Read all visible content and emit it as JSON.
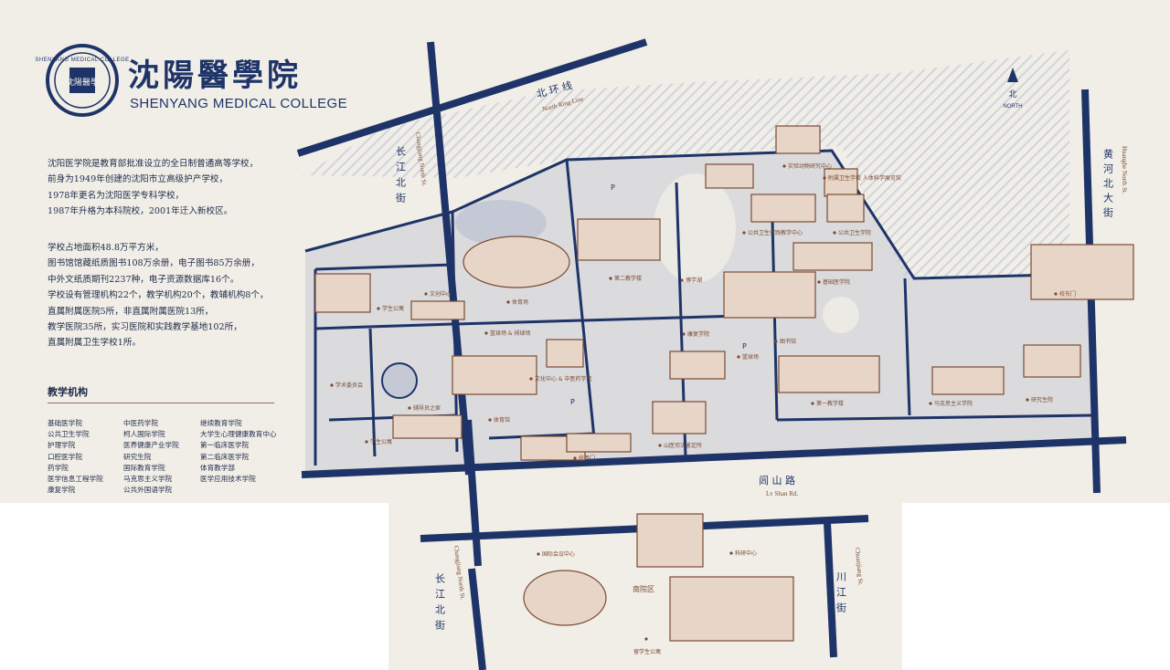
{
  "header": {
    "title_cn": "沈陽醫學院",
    "title_en": "SHENYANG MEDICAL COLLEGE",
    "seal_text": "SHENYANG MEDICAL COLLEGE",
    "seal_mark": "沈陽醫學"
  },
  "intro": [
    "沈阳医学院是教育部批准设立的全日制普通高等学校，",
    "前身为1949年创建的沈阳市立高级护产学校，",
    "1978年更名为沈阳医学专科学校，",
    "1987年升格为本科院校，2001年迁入新校区。"
  ],
  "stats": [
    "学校占地面积48.8万平方米，",
    "图书馆馆藏纸质图书108万余册，电子图书85万余册，",
    "中外文纸质期刊2237种，电子资源数据库16个。",
    "学校设有管理机构22个，教学机构20个，教辅机构8个，",
    "直属附属医院5所，非直属附属医院13所，",
    "教学医院35所，实习医院和实践教学基地102所，",
    "直属附属卫生学校1所。"
  ],
  "institutions": {
    "title": "教学机构",
    "columns": [
      [
        "基础医学院",
        "公共卫生学院",
        "护理学院",
        "口腔医学院",
        "药学院",
        "医学信息工程学院",
        "康复学院"
      ],
      [
        "中医药学院",
        "柯人国际学院",
        "医养健康产业学院",
        "研究生院",
        "国际教育学院",
        "马克思主义学院",
        "公共外国语学院"
      ],
      [
        "继续教育学院",
        "大学生心理健康教育中心",
        "第一临床医学院",
        "第二临床医学院",
        "体育教学部",
        "医学应用技术学院"
      ]
    ]
  },
  "roads": {
    "north_ring_cn": "北 环 线",
    "north_ring_en": "North Ring Line",
    "changjiang_cn": "长江北街",
    "changjiang_en": "Changjiang North St.",
    "huanghe_cn": "黄河北大街",
    "huanghe_en": "Huanghe North St.",
    "lvshan_cn": "闾 山 路",
    "lvshan_en": "Lv Shan Rd.",
    "chuanjiang_cn": "川江街",
    "chuanjiang_en": "Chuanjiang St."
  },
  "compass": {
    "cn": "北",
    "en": "NORTH"
  },
  "parking_label": "P",
  "places": [
    {
      "id": "lab-animal",
      "label": "实验动物研究中心"
    },
    {
      "id": "health-school",
      "label": "附属卫生学校 人体科学展览馆"
    },
    {
      "id": "practice-building",
      "label": "公共卫生实践教学中心"
    },
    {
      "id": "public-health",
      "label": "公共卫生学院"
    },
    {
      "id": "basic-medicine",
      "label": "基础医学院"
    },
    {
      "id": "second-teaching",
      "label": "第二教学楼"
    },
    {
      "id": "lecture-hall",
      "label": "博学湖"
    },
    {
      "id": "stadium",
      "label": "体育场"
    },
    {
      "id": "culture-center",
      "label": "文创中心"
    },
    {
      "id": "student-apt-1",
      "label": "学生公寓"
    },
    {
      "id": "ball-courts",
      "label": "篮球场 & 排球场"
    },
    {
      "id": "rehab",
      "label": "康复学院"
    },
    {
      "id": "basketball",
      "label": "篮球场"
    },
    {
      "id": "library",
      "label": "图书馆"
    },
    {
      "id": "anatomy",
      "label": "学术委员会"
    },
    {
      "id": "tutor-home",
      "label": "辅导员之家"
    },
    {
      "id": "gym",
      "label": "体育馆"
    },
    {
      "id": "tcm-culture",
      "label": "文化中心 & 中医药学院"
    },
    {
      "id": "first-teaching",
      "label": "第一教学楼"
    },
    {
      "id": "marx",
      "label": "马克思主义学院"
    },
    {
      "id": "research",
      "label": "研究生院"
    },
    {
      "id": "student-apt-2",
      "label": "学生公寓"
    },
    {
      "id": "west-gate",
      "label": "校西门"
    },
    {
      "id": "hospital",
      "label": "山医司法鉴定所"
    },
    {
      "id": "main-gate",
      "label": "校东门"
    },
    {
      "id": "intl-conf",
      "label": "国际会议中心"
    },
    {
      "id": "research-center",
      "label": "科研中心"
    },
    {
      "id": "south-campus",
      "label": "南院区"
    },
    {
      "id": "student-apt-3",
      "label": "留学生公寓"
    }
  ]
}
